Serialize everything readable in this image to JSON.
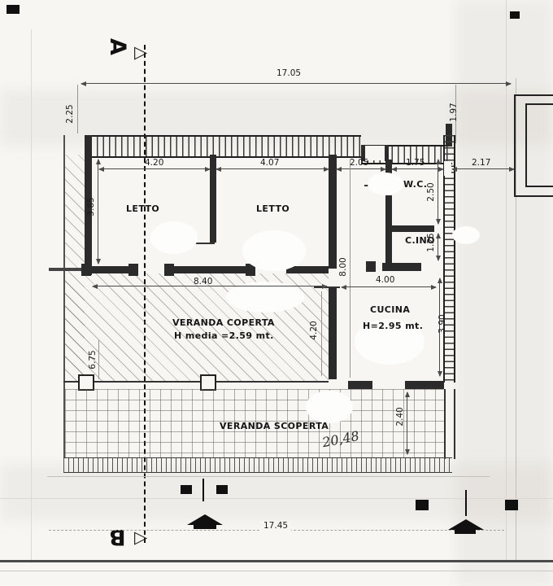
{
  "plan": {
    "section_markers": {
      "top": "A",
      "bottom": "B"
    },
    "icons": {
      "section_arrow": "▷"
    },
    "rooms": {
      "letto1": "LETTO",
      "letto2": "LETTO",
      "wc": "W.C.",
      "cino": "C.INO",
      "cucina": "CUCINA",
      "cucina_note": "H=2.95 mt.",
      "veranda_coperta": "VERANDA COPERTA",
      "veranda_coperta_note": "H media =2.59 mt.",
      "veranda_scoperta": "VERANDA SCOPERTA"
    },
    "dimensions": {
      "total_width_top": "17.05",
      "total_width_bottom": "17.45",
      "offset_left": "2.25",
      "offset_right": "1.97",
      "side_right": "2.17",
      "letto1_width": "4.20",
      "letto2_width": "4.07",
      "entry_width": "2.05",
      "wc_width": "1.75",
      "letto1_depth": "3.85",
      "wc_depth": "2.50",
      "cino_depth": "1.25",
      "bedroom_span": "8.40",
      "interior_depth": "8.00",
      "cucina_width": "4.00",
      "cucina_depth": "3.90",
      "veranda_depth": "4.20",
      "veranda_left": "6.75",
      "scoperta_depth": "2.40"
    },
    "annotations": {
      "handwritten": "20,48"
    }
  }
}
